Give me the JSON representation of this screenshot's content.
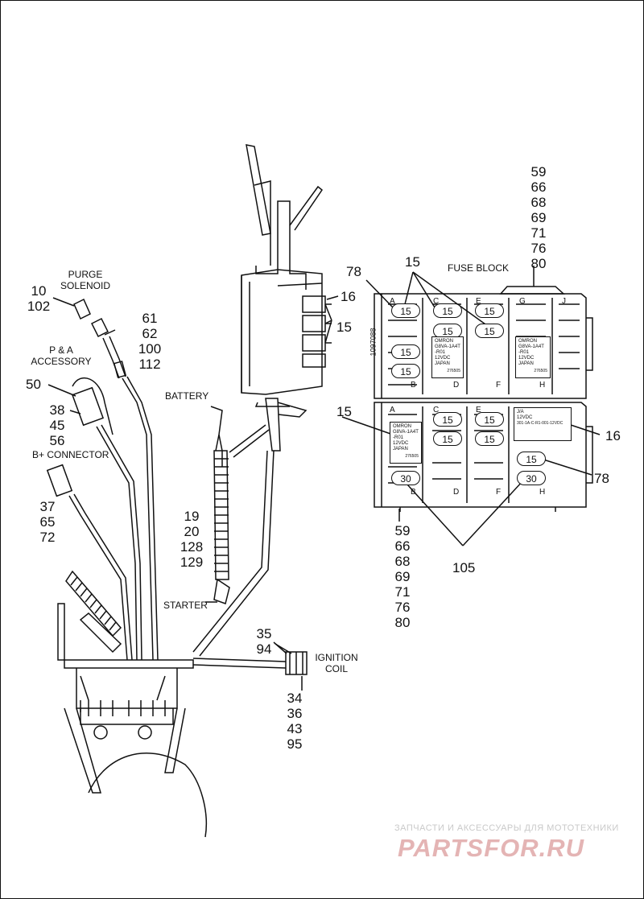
{
  "callouts": {
    "purge_nums": [
      "10",
      "102"
    ],
    "purge_label": [
      "PURGE",
      "SOLENOID"
    ],
    "purge_group2": [
      "61",
      "62",
      "100",
      "112"
    ],
    "pa_label": [
      "P & A",
      "ACCESSORY"
    ],
    "pa_num": "50",
    "pa_group2": [
      "38",
      "45",
      "56"
    ],
    "bplus_label": "B+ CONNECTOR",
    "bplus_nums": [
      "37",
      "65",
      "72"
    ],
    "battery_label": "BATTERY",
    "cable_nums": [
      "19",
      "20",
      "128",
      "129"
    ],
    "starter_label": "STARTER",
    "ign_top": [
      "35",
      "94"
    ],
    "ign_label": [
      "IGNITION",
      "COIL"
    ],
    "ign_bottom": [
      "34",
      "36",
      "43",
      "95"
    ],
    "top_right_nums": [
      "59",
      "66",
      "68",
      "69",
      "71",
      "76",
      "80"
    ],
    "fuse_block_label": "FUSE BLOCK",
    "fb_15_top": "15",
    "fb_78_left": "78",
    "fb_16_top": "16",
    "fb_15_mid": "15",
    "fb_15_left": "15",
    "fb_16_right": "16",
    "fb_78_right": "78",
    "bottom_nums": [
      "59",
      "66",
      "68",
      "69",
      "71",
      "76",
      "80"
    ],
    "fb_105": "105"
  },
  "fuse_block": {
    "col_letters_top": [
      "A",
      "C",
      "E",
      "G",
      "J"
    ],
    "col_letters_bottom": [
      "B",
      "D",
      "F",
      "H"
    ],
    "side_code": "1097088",
    "fuse_value_15": "15",
    "fuse_value_30": "30",
    "relay": {
      "brand": "OMRON",
      "model": "G8VA-1A4T",
      "suffix": "-R01",
      "voltage": "12VDC",
      "origin": "JAPAN",
      "part": "276505"
    },
    "relay2_lines": [
      "J/A",
      "12VDC",
      "301-1A-C-R1-001-12VDC"
    ]
  },
  "watermark": {
    "top_line": "ЗАПЧАСТИ И АКСЕССУАРЫ ДЛЯ МОТОТЕХНИКИ",
    "brand_left": "PARTS",
    "brand_mid": "FOR",
    "brand_right": ".RU"
  },
  "colors": {
    "line": "#111111",
    "watermark_top": "#c9c9c9",
    "watermark_brand": "#e4b4b4"
  }
}
